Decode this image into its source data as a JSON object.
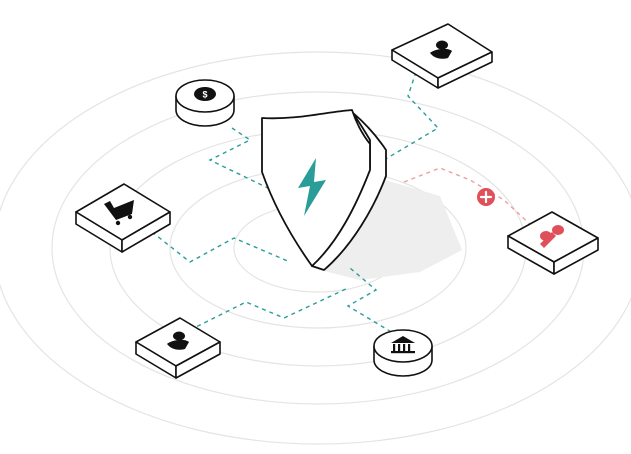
{
  "diagram": {
    "colors": {
      "ink": "#111111",
      "teal": "#2a9d98",
      "threat": "#e0505a",
      "ring": "#e4e4e4",
      "shadow": "#eeeeee",
      "white": "#ffffff"
    },
    "center": {
      "icon": "shield-lightning-icon"
    },
    "nodes": [
      {
        "id": "top-right-user",
        "shape": "tile",
        "icon": "user-icon",
        "status": "trusted"
      },
      {
        "id": "dollar-coin",
        "shape": "coin",
        "icon": "dollar-icon",
        "status": "trusted"
      },
      {
        "id": "shopping-cart",
        "shape": "tile",
        "icon": "shopping-cart-icon",
        "status": "trusted"
      },
      {
        "id": "bottom-left-user",
        "shape": "tile",
        "icon": "user-icon",
        "status": "trusted"
      },
      {
        "id": "bank",
        "shape": "coin",
        "icon": "bank-icon",
        "status": "trusted"
      },
      {
        "id": "fraudster",
        "shape": "tile",
        "icon": "mask-icon",
        "status": "blocked"
      }
    ],
    "blocked_marker": {
      "icon": "blocked-plus-icon"
    }
  }
}
